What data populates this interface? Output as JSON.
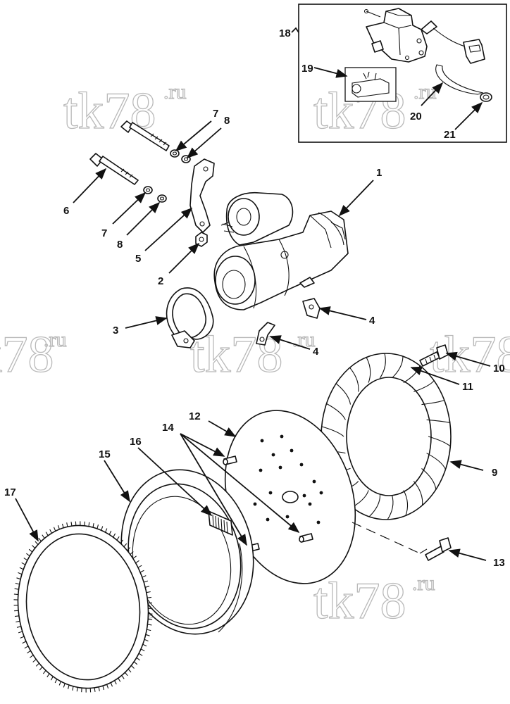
{
  "watermark": {
    "main": "tk78",
    "suffix": ".ru"
  },
  "callouts": [
    {
      "id": "c1",
      "label": "1"
    },
    {
      "id": "c2",
      "label": "2"
    },
    {
      "id": "c3",
      "label": "3"
    },
    {
      "id": "c4a",
      "label": "4"
    },
    {
      "id": "c4b",
      "label": "4"
    },
    {
      "id": "c5",
      "label": "5"
    },
    {
      "id": "c6",
      "label": "6"
    },
    {
      "id": "c7a",
      "label": "7"
    },
    {
      "id": "c7b",
      "label": "7"
    },
    {
      "id": "c8a",
      "label": "8"
    },
    {
      "id": "c8b",
      "label": "8"
    },
    {
      "id": "c9",
      "label": "9"
    },
    {
      "id": "c10",
      "label": "10"
    },
    {
      "id": "c11",
      "label": "11"
    },
    {
      "id": "c12",
      "label": "12"
    },
    {
      "id": "c13",
      "label": "13"
    },
    {
      "id": "c14",
      "label": "14"
    },
    {
      "id": "c15",
      "label": "15"
    },
    {
      "id": "c16",
      "label": "16"
    },
    {
      "id": "c17",
      "label": "17"
    },
    {
      "id": "c18",
      "label": "18"
    },
    {
      "id": "c19",
      "label": "19"
    },
    {
      "id": "c20",
      "label": "20"
    },
    {
      "id": "c21",
      "label": "21"
    }
  ],
  "colors": {
    "line": "#111111",
    "watermark": "#b9b9b9",
    "background": "#ffffff"
  }
}
